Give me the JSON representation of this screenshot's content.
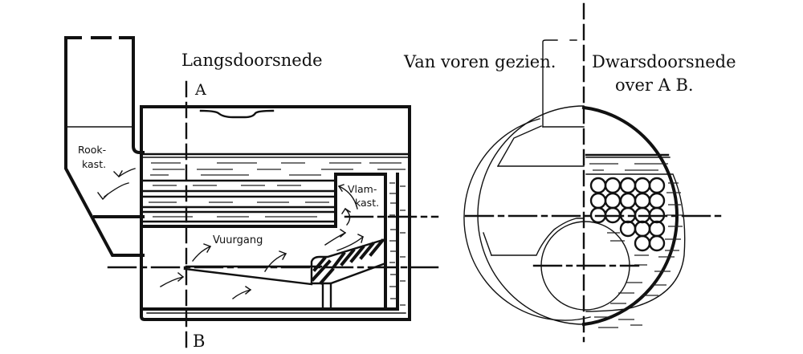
{
  "figure": {
    "type": "technical drawing",
    "subject": "Cornish/Scotch marine boiler sections",
    "colors": {
      "ink": "#111111",
      "paper": "#ffffff"
    }
  },
  "titles": {
    "longitudinal": "Langsdoorsnede",
    "front_view": "Van voren gezien.",
    "cross_section_line1": "Dwarsdoorsnede",
    "cross_section_line2": "over A B."
  },
  "section_markers": {
    "top": "A",
    "bottom": "B"
  },
  "labels": {
    "smokebox_line1": "Rook-",
    "smokebox_line2": "kast.",
    "flamebox_line1": "Vlam-",
    "flamebox_line2": "kast.",
    "firetube": "Vuurgang"
  },
  "cross_section": {
    "tube_rows": [
      5,
      5,
      5,
      3,
      2
    ],
    "tube_count": 20
  }
}
